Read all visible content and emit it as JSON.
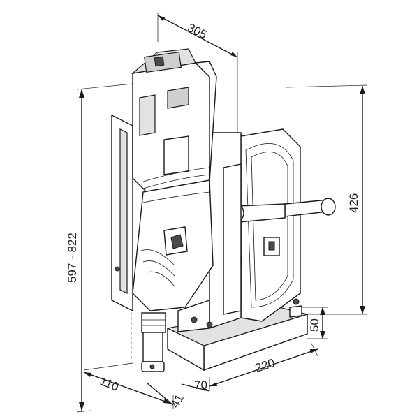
{
  "diagram": {
    "dimensions": {
      "top_width": "305",
      "total_height": "597 - 822",
      "column_height": "426",
      "base_height": "50",
      "base_length": "220",
      "left_offset": "110",
      "spindle_offset": "41",
      "base_depth": "70"
    }
  }
}
